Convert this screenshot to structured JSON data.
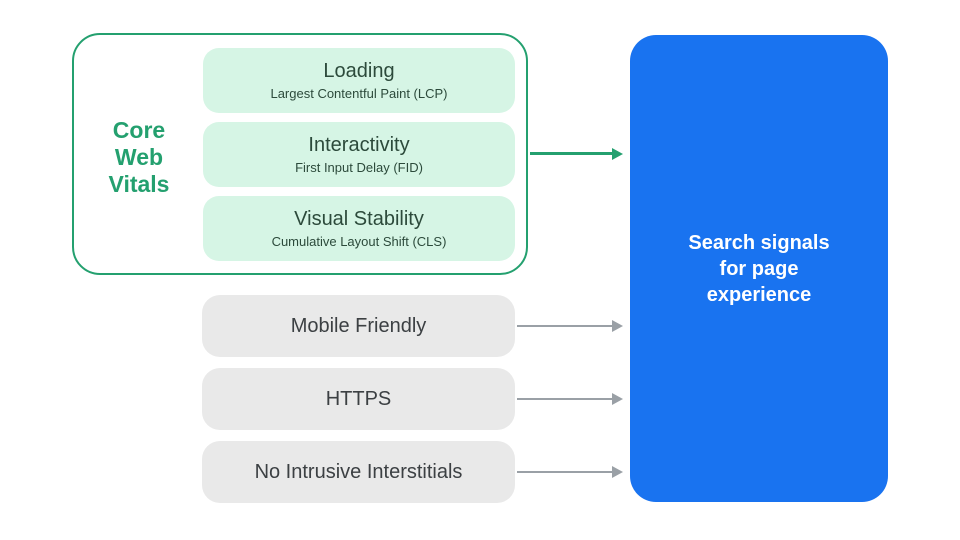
{
  "colors": {
    "green_accent": "#24A06F",
    "mint_fill": "#D6F5E5",
    "mint_text": "#2C4A3B",
    "gray_fill": "#E9E9E9",
    "gray_text": "#3C4043",
    "gray_arrow": "#9AA0A6",
    "blue_fill": "#1973F0",
    "blue_text": "#FFFFFF",
    "background": "#FFFFFF"
  },
  "core_web_vitals": {
    "label": "Core Web Vitals",
    "label_lines": [
      "Core",
      "Web",
      "Vitals"
    ],
    "items": [
      {
        "title": "Loading",
        "subtitle": "Largest Contentful Paint (LCP)"
      },
      {
        "title": "Interactivity",
        "subtitle": "First Input Delay (FID)"
      },
      {
        "title": "Visual Stability",
        "subtitle": "Cumulative Layout Shift (CLS)"
      }
    ]
  },
  "other_signals": [
    {
      "label": "Mobile Friendly"
    },
    {
      "label": "HTTPS"
    },
    {
      "label": "No Intrusive Interstitials"
    }
  ],
  "result_panel": {
    "text": "Search signals for page experience",
    "lines": [
      "Search signals",
      "for page",
      "experience"
    ]
  }
}
